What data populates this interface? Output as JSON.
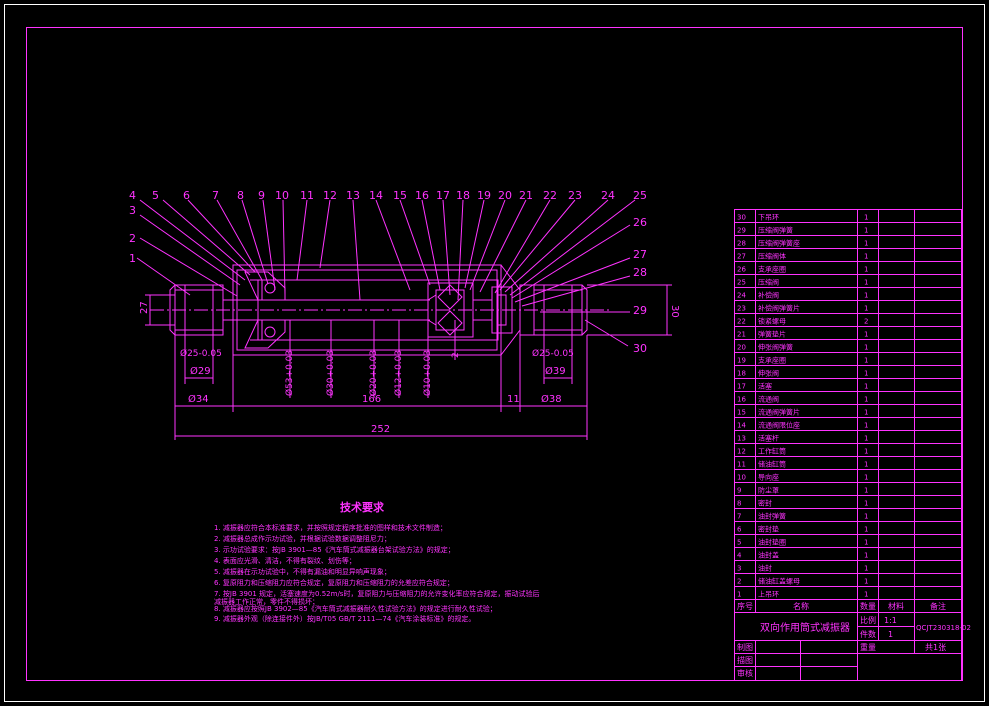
{
  "colors": {
    "background": "#000000",
    "line": "#ff33ff",
    "accent": "#ffffff"
  },
  "balloons": [
    "1",
    "2",
    "3",
    "4",
    "5",
    "6",
    "7",
    "8",
    "9",
    "10",
    "11",
    "12",
    "13",
    "14",
    "15",
    "16",
    "17",
    "18",
    "19",
    "20",
    "21",
    "22",
    "23",
    "24",
    "25",
    "26",
    "27",
    "28",
    "29",
    "30"
  ],
  "dims": {
    "h_27": "27",
    "h_30": "30",
    "d_34": "Ø34",
    "d_38": "Ø38",
    "l_166": "166",
    "l_11": "11",
    "l_252": "252",
    "d_29": "Ø29",
    "d_39": "Ø39",
    "d_25_left": "Ø25-0.05",
    "d_25_right": "Ø25-0.05",
    "v_53": "Ø53+0.03",
    "v_30": "Ø30+0.03",
    "v_20": "Ø20+0.03",
    "v_12": "Ø12+0.03",
    "v_10": "Ø10+0.03",
    "v_2": "2"
  },
  "tech": {
    "title": "技术要求",
    "items": [
      "1. 减振器应符合本标准要求，并按照规定程序批准的图样和技术文件制造；",
      "2. 减振器总成作示功试验，并根据试验数据调整阻尼力；",
      "3. 示功试验要求：按JB 3901—85《汽车筒式减振器台架试验方法》的规定；",
      "4. 表面应光滑、清洁，不得有裂纹、划伤等；",
      "5. 减振器在示功试验中，不得有漏油和明显异响声现象；",
      "6. 复原阻力和压缩阻力应符合规定，复原阻力和压缩阻力的允差应符合规定；",
      "7. 按JB 3901 规定，活塞速度为0.52m/s时，复原阻力与压缩阻力的允许变化率应符合规定，振动试验后",
      "    减振器工作正常，零件不得损坏；",
      "8. 减振器应按照JB 3902—85《汽车筒式减振器耐久性试验方法》的规定进行耐久性试验；",
      "9. 减振器外观（除连接件外）按JB/T05 GB/T 2111—74《汽车涂装标准》的规定。"
    ]
  },
  "bom": {
    "rows": [
      {
        "no": "30",
        "name": "下吊环",
        "qty": "1"
      },
      {
        "no": "29",
        "name": "压缩阀弹簧",
        "qty": "1"
      },
      {
        "no": "28",
        "name": "压缩阀弹簧座",
        "qty": "1"
      },
      {
        "no": "27",
        "name": "压缩阀体",
        "qty": "1"
      },
      {
        "no": "26",
        "name": "支承座圈",
        "qty": "1"
      },
      {
        "no": "25",
        "name": "压缩阀",
        "qty": "1"
      },
      {
        "no": "24",
        "name": "补偿阀",
        "qty": "1"
      },
      {
        "no": "23",
        "name": "补偿阀弹簧片",
        "qty": "1"
      },
      {
        "no": "22",
        "name": "锁紧螺母",
        "qty": "2"
      },
      {
        "no": "21",
        "name": "弹簧垫片",
        "qty": "1"
      },
      {
        "no": "20",
        "name": "伸张阀弹簧",
        "qty": "1"
      },
      {
        "no": "19",
        "name": "支承座圈",
        "qty": "1"
      },
      {
        "no": "18",
        "name": "伸张阀",
        "qty": "1"
      },
      {
        "no": "17",
        "name": "活塞",
        "qty": "1"
      },
      {
        "no": "16",
        "name": "流通阀",
        "qty": "1"
      },
      {
        "no": "15",
        "name": "流通阀弹簧片",
        "qty": "1"
      },
      {
        "no": "14",
        "name": "流通阀限位座",
        "qty": "1"
      },
      {
        "no": "13",
        "name": "活塞杆",
        "qty": "1"
      },
      {
        "no": "12",
        "name": "工作缸筒",
        "qty": "1"
      },
      {
        "no": "11",
        "name": "储油缸筒",
        "qty": "1"
      },
      {
        "no": "10",
        "name": "导向座",
        "qty": "1"
      },
      {
        "no": "9",
        "name": "防尘罩",
        "qty": "1"
      },
      {
        "no": "8",
        "name": "密封",
        "qty": "1"
      },
      {
        "no": "7",
        "name": "油封弹簧",
        "qty": "1"
      },
      {
        "no": "6",
        "name": "密封垫",
        "qty": "1"
      },
      {
        "no": "5",
        "name": "油封垫圈",
        "qty": "1"
      },
      {
        "no": "4",
        "name": "油封盖",
        "qty": "1"
      },
      {
        "no": "3",
        "name": "油封",
        "qty": "1"
      },
      {
        "no": "2",
        "name": "储油缸盖螺母",
        "qty": "1"
      },
      {
        "no": "1",
        "name": "上吊环",
        "qty": "1"
      }
    ],
    "header": {
      "no": "序号",
      "name": "名称",
      "qty": "数量",
      "material": "材料",
      "remark": "备注"
    }
  },
  "title_block": {
    "title": "双向作用筒式减振器",
    "scale_label": "比例",
    "scale": "1:1",
    "qty_label": "件数",
    "qty": "1",
    "drawing_no": "QCJT230318-02",
    "weight_label": "重量",
    "sheet": "共1张",
    "roles": [
      "制图",
      "描图",
      "审核"
    ]
  }
}
